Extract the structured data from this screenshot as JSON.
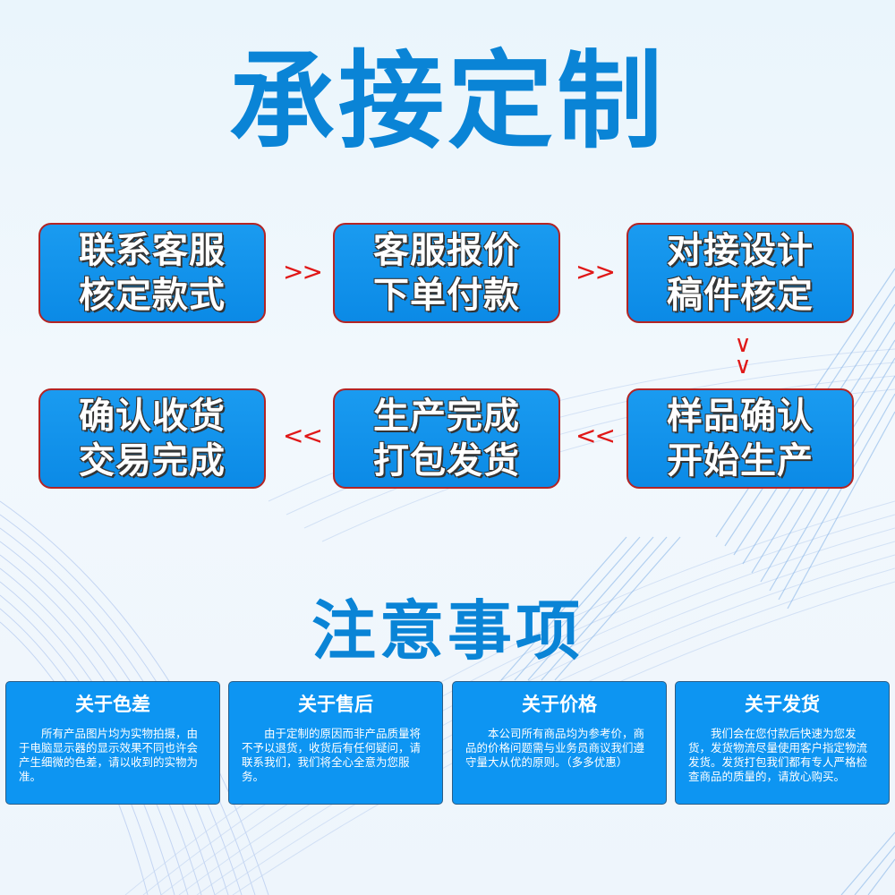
{
  "header": {
    "title": "承接定制"
  },
  "process": {
    "steps": [
      {
        "line1": "联系客服",
        "line2": "核定款式"
      },
      {
        "line1": "客服报价",
        "line2": "下单付款"
      },
      {
        "line1": "对接设计",
        "line2": "稿件核定"
      },
      {
        "line1": "样品确认",
        "line2": "开始生产"
      },
      {
        "line1": "生产完成",
        "line2": "打包发货"
      },
      {
        "line1": "确认收货",
        "line2": "交易完成"
      }
    ],
    "arrows": {
      "right": ">>",
      "left": "<<",
      "down": "∨"
    },
    "arrow_color": "#e01818",
    "box_color": "#0b8ae6",
    "border_color": "#b32424"
  },
  "notes": {
    "title": "注意事项",
    "items": [
      {
        "title": "关于色差",
        "body": "所有产品图片均为实物拍摄，由于电脑显示器的显示效果不同也许会产生细微的色差，请以收到的实物为准。"
      },
      {
        "title": "关于售后",
        "body": "由于定制的原因而非产品质量将不予以退货，收货后有任何疑问，请联系我们，我们将全心全意为您服务。"
      },
      {
        "title": "关于价格",
        "body": "本公司所有商品均为参考价，商品的价格问题需与业务员商议我们遵守量大从优的原则。（多多优惠）"
      },
      {
        "title": "关于发货",
        "body": "我们会在您付款后快速为您发货，发货物流尽量使用客户指定物流发货。发货打包我们都有专人严格检查商品的质量的，请放心购买。"
      }
    ]
  },
  "colors": {
    "title_blue": "#0a84d6",
    "note_bg": "#0d95f2",
    "background": "#eef6fc"
  }
}
